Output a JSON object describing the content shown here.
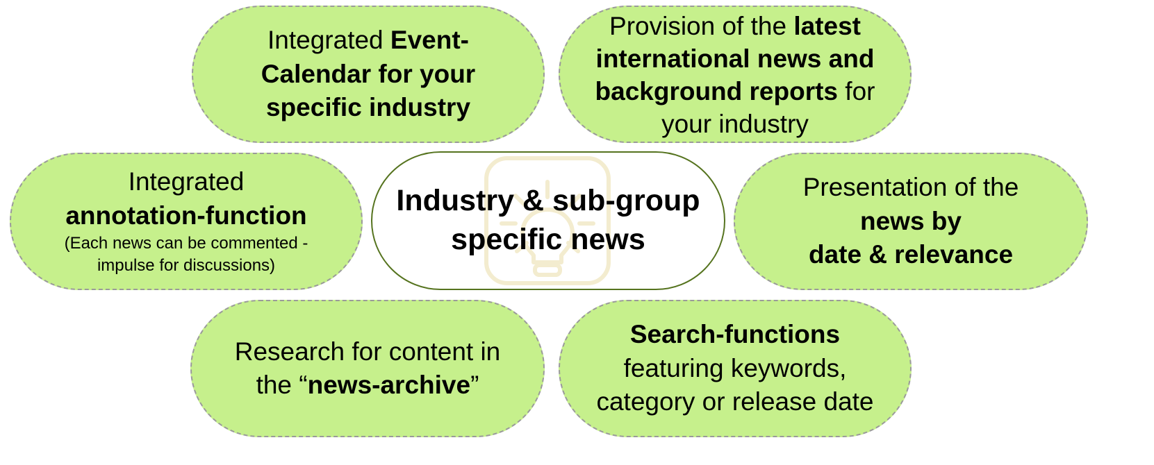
{
  "colors": {
    "pill_fill": "#c6f08c",
    "pill_border": "#9a9a9a",
    "center_border": "#55731e",
    "watermark": "#f3eccf"
  },
  "center": {
    "line1": "Industry & sub-group",
    "line2": "specific news",
    "watermark_icon": "lightbulb-icon"
  },
  "pills": {
    "event_calendar": {
      "l1_plain": "Integrated ",
      "l1_bold": "Event-",
      "l2_bold": "Calendar for your",
      "l3_bold": "specific industry"
    },
    "latest_news": {
      "l1_plain": "Provision of the ",
      "l1_bold": "latest",
      "l2_bold": "international news and",
      "l3_bold": "background reports",
      "l3_plain": " for",
      "l4_plain": "your industry"
    },
    "annotation": {
      "l1_plain": "Integrated",
      "l2_bold": "annotation-function",
      "l3_small": "(Each news can be commented -",
      "l4_small": "impulse for discussions)"
    },
    "presentation": {
      "l1_plain": "Presentation of the",
      "l2_bold": "news by",
      "l3_bold": "date & relevance"
    },
    "research": {
      "l1_plain": "Research for content in",
      "l2_plain_a": "the “",
      "l2_bold": "news-archive",
      "l2_plain_b": "”"
    },
    "search": {
      "l1_bold": "Search-functions",
      "l2_plain": "featuring keywords,",
      "l3_plain": "category or release date"
    }
  }
}
